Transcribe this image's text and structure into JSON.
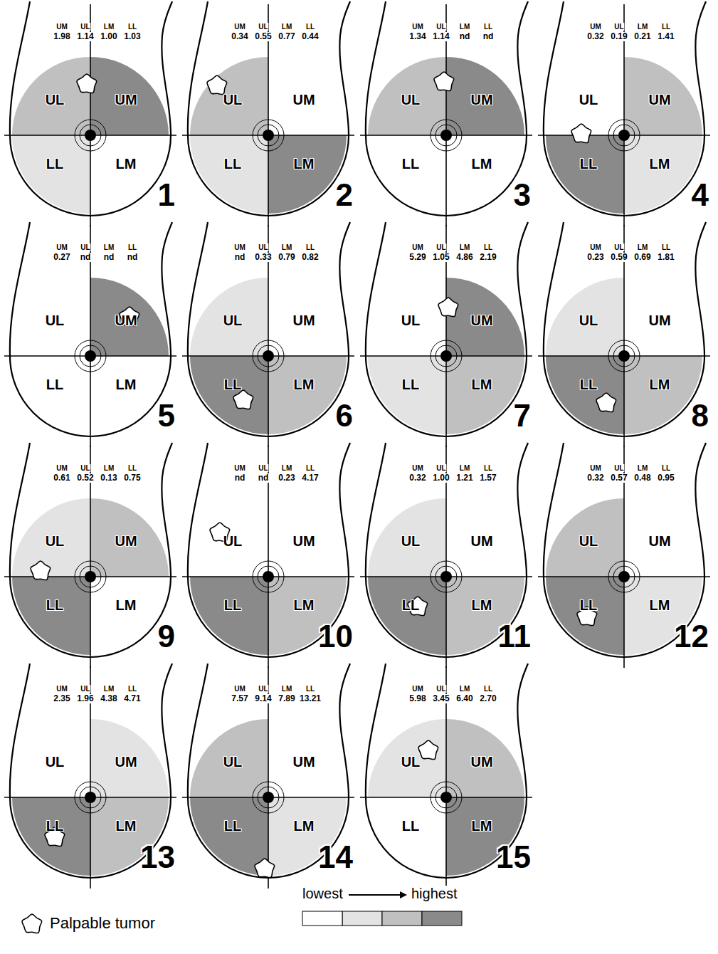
{
  "diagram": {
    "nodes": [
      {
        "text": [
          "1"
        ]
      },
      {
        "text": [
          "UL"
        ],
        "in": 0
      },
      {
        "text": [
          "UM"
        ],
        "in": 0
      },
      {
        "text": [
          "LL"
        ],
        "in": 0
      },
      {
        "text": [
          "LM"
        ],
        "in": 0
      },
      {
        "text": [
          "2"
        ]
      },
      {
        "text": [
          "UL"
        ],
        "in": 5
      },
      {
        "text": [
          "UM"
        ],
        "in": 5
      },
      {
        "text": [
          "LL"
        ],
        "in": 5
      },
      {
        "text": [
          "LM"
        ],
        "in": 5
      },
      {
        "text": [
          "3"
        ]
      },
      {
        "text": [
          "UL"
        ],
        "in": 10
      },
      {
        "text": [
          "UM"
        ],
        "in": 10
      },
      {
        "text": [
          "LL"
        ],
        "in": 10
      },
      {
        "text": [
          "LM"
        ],
        "in": 10
      },
      {
        "text": [
          "4"
        ]
      },
      {
        "text": [
          "UL"
        ],
        "in": 15
      },
      {
        "text": [
          "UM"
        ],
        "in": 15
      },
      {
        "text": [
          "LL"
        ],
        "in": 15
      },
      {
        "text": [
          "LM"
        ],
        "in": 15
      },
      {
        "text": [
          "5"
        ]
      },
      {
        "text": [
          "UL"
        ],
        "in": 20
      },
      {
        "text": [
          "UM"
        ],
        "in": 20
      },
      {
        "text": [
          "LL"
        ],
        "in": 20
      },
      {
        "text": [
          "LM"
        ],
        "in": 20
      },
      {
        "text": [
          "6"
        ]
      },
      {
        "text": [
          "UL"
        ],
        "in": 25
      },
      {
        "text": [
          "UM"
        ],
        "in": 25
      },
      {
        "text": [
          "LL"
        ],
        "in": 25
      },
      {
        "text": [
          "LM"
        ],
        "in": 25
      },
      {
        "text": [
          "7"
        ]
      },
      {
        "text": [
          "UL"
        ],
        "in": 30
      },
      {
        "text": [
          "UM"
        ],
        "in": 30
      },
      {
        "text": [
          "LL"
        ],
        "in": 30
      },
      {
        "text": [
          "LM"
        ],
        "in": 30
      },
      {
        "text": [
          "8"
        ]
      },
      {
        "text": [
          "UL"
        ],
        "in": 35
      },
      {
        "text": [
          "UM"
        ],
        "in": 35
      },
      {
        "text": [
          "LL"
        ],
        "in": 35
      },
      {
        "text": [
          "LM"
        ],
        "in": 35
      },
      {
        "text": [
          "9"
        ]
      },
      {
        "text": [
          "UL"
        ],
        "in": 40
      },
      {
        "text": [
          "UM"
        ],
        "in": 40
      },
      {
        "text": [
          "LL"
        ],
        "in": 40
      },
      {
        "text": [
          "LM"
        ],
        "in": 40
      },
      {
        "text": [
          "10"
        ]
      },
      {
        "text": [
          "UL"
        ],
        "in": 45
      },
      {
        "text": [
          "UM"
        ],
        "in": 45
      },
      {
        "text": [
          "LL"
        ],
        "in": 45
      },
      {
        "text": [
          "LM"
        ],
        "in": 45
      },
      {
        "text": [
          "11"
        ]
      },
      {
        "text": [
          "UL"
        ],
        "in": 50
      },
      {
        "text": [
          "UM"
        ],
        "in": 50
      },
      {
        "text": [
          "LL"
        ],
        "in": 50
      },
      {
        "text": [
          "LM"
        ],
        "in": 50
      },
      {
        "text": [
          "12"
        ]
      },
      {
        "text": [
          "UL"
        ],
        "in": 55
      },
      {
        "text": [
          "UM"
        ],
        "in": 55
      },
      {
        "text": [
          "LL"
        ],
        "in": 55
      },
      {
        "text": [
          "LM"
        ],
        "in": 55
      },
      {
        "text": [
          "13"
        ]
      },
      {
        "text": [
          "UL"
        ],
        "in": 60
      },
      {
        "text": [
          "UM"
        ],
        "in": 60
      },
      {
        "text": [
          "LL"
        ],
        "in": 60
      },
      {
        "text": [
          "LM"
        ],
        "in": 60
      },
      {
        "text": [
          "14"
        ]
      },
      {
        "text": [
          "UL"
        ],
        "in": 65
      },
      {
        "text": [
          "UM"
        ],
        "in": 65
      },
      {
        "text": [
          "LL"
        ],
        "in": 65
      },
      {
        "text": [
          "LM"
        ],
        "in": 65
      },
      {
        "text": [
          "15"
        ]
      },
      {
        "text": [
          "UL"
        ],
        "in": 70
      },
      {
        "text": [
          "UM"
        ],
        "in": 70
      },
      {
        "text": [
          "LL"
        ],
        "in": 70
      },
      {
        "text": [
          "LM"
        ],
        "in": 70
      }
    ],
    "labels": [
      "UM",
      "UL",
      "LM",
      "LL",
      "1.98",
      "1.14",
      "1.00",
      "1.03",
      "UM",
      "UL",
      "LM",
      "LL",
      "0.34",
      "0.55",
      "0.77",
      "0.44",
      "UM",
      "UL",
      "LM",
      "LL",
      "1.34",
      "1.14",
      "nd",
      "nd",
      "UM",
      "UL",
      "LM",
      "LL",
      "0.32",
      "0.19",
      "0.21",
      "1.41",
      "UM",
      "UL",
      "LM",
      "LL",
      "0.27",
      "nd",
      "nd",
      "nd",
      "UM",
      "UL",
      "LM",
      "LL",
      "nd",
      "0.33",
      "0.79",
      "0.82",
      "UM",
      "UL",
      "LM",
      "LL",
      "5.29",
      "1.05",
      "4.86",
      "2.19",
      "UM",
      "UL",
      "LM",
      "LL",
      "0.23",
      "0.59",
      "0.69",
      "1.81",
      "UM",
      "UL",
      "LM",
      "LL",
      "0.61",
      "0.52",
      "0.13",
      "0.75",
      "UM",
      "UL",
      "LM",
      "LL",
      "nd",
      "nd",
      "0.23",
      "4.17",
      "UM",
      "UL",
      "LM",
      "LL",
      "0.32",
      "1.00",
      "1.21",
      "1.57",
      "UM",
      "UL",
      "LM",
      "LL",
      "0.32",
      "0.57",
      "0.48",
      "0.95",
      "UM",
      "UL",
      "LM",
      "LL",
      "2.35",
      "1.96",
      "4.38",
      "4.71",
      "UM",
      "UL",
      "LM",
      "LL",
      "7.57",
      "9.14",
      "7.89",
      "13.21",
      "UM",
      "UL",
      "LM",
      "LL",
      "5.98",
      "3.45",
      "6.40",
      "2.70"
    ],
    "legend": [
      {
        "text": "Palpable tumor"
      },
      {
        "text": "lowest",
        "color": "#ffffff"
      },
      {
        "text": "highest",
        "color": "#8a8a8a"
      }
    ]
  }
}
